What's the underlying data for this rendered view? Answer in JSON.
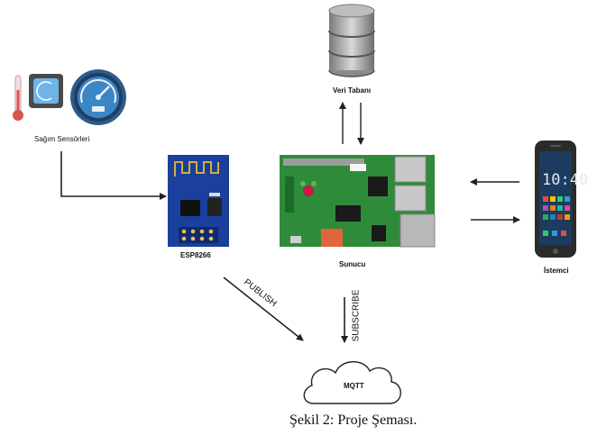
{
  "labels": {
    "sensors": "Sağım Sensörleri",
    "esp": "ESP8266",
    "server": "Sunucu",
    "database": "Veri Tabanı",
    "client": "İstemci",
    "mqtt": "MQTT",
    "publish": "PUBLISH",
    "subscribe": "SUBSCRIBE",
    "phone_time": "10:40",
    "caption": "Şekil 2: Proje Şeması."
  },
  "icons": {
    "thermometer": "thermometer-icon",
    "gauge": "gauge-icon",
    "esp": "esp8266-board-icon",
    "raspberry": "raspberry-pi-board-icon",
    "database": "database-icon",
    "phone": "smartphone-icon",
    "cloud": "cloud-icon"
  },
  "colors": {
    "esp_board": "#1a3f9c",
    "pi_board": "#2e8b3a",
    "arrow": "#222222",
    "phone_body": "#2b2b2b"
  }
}
